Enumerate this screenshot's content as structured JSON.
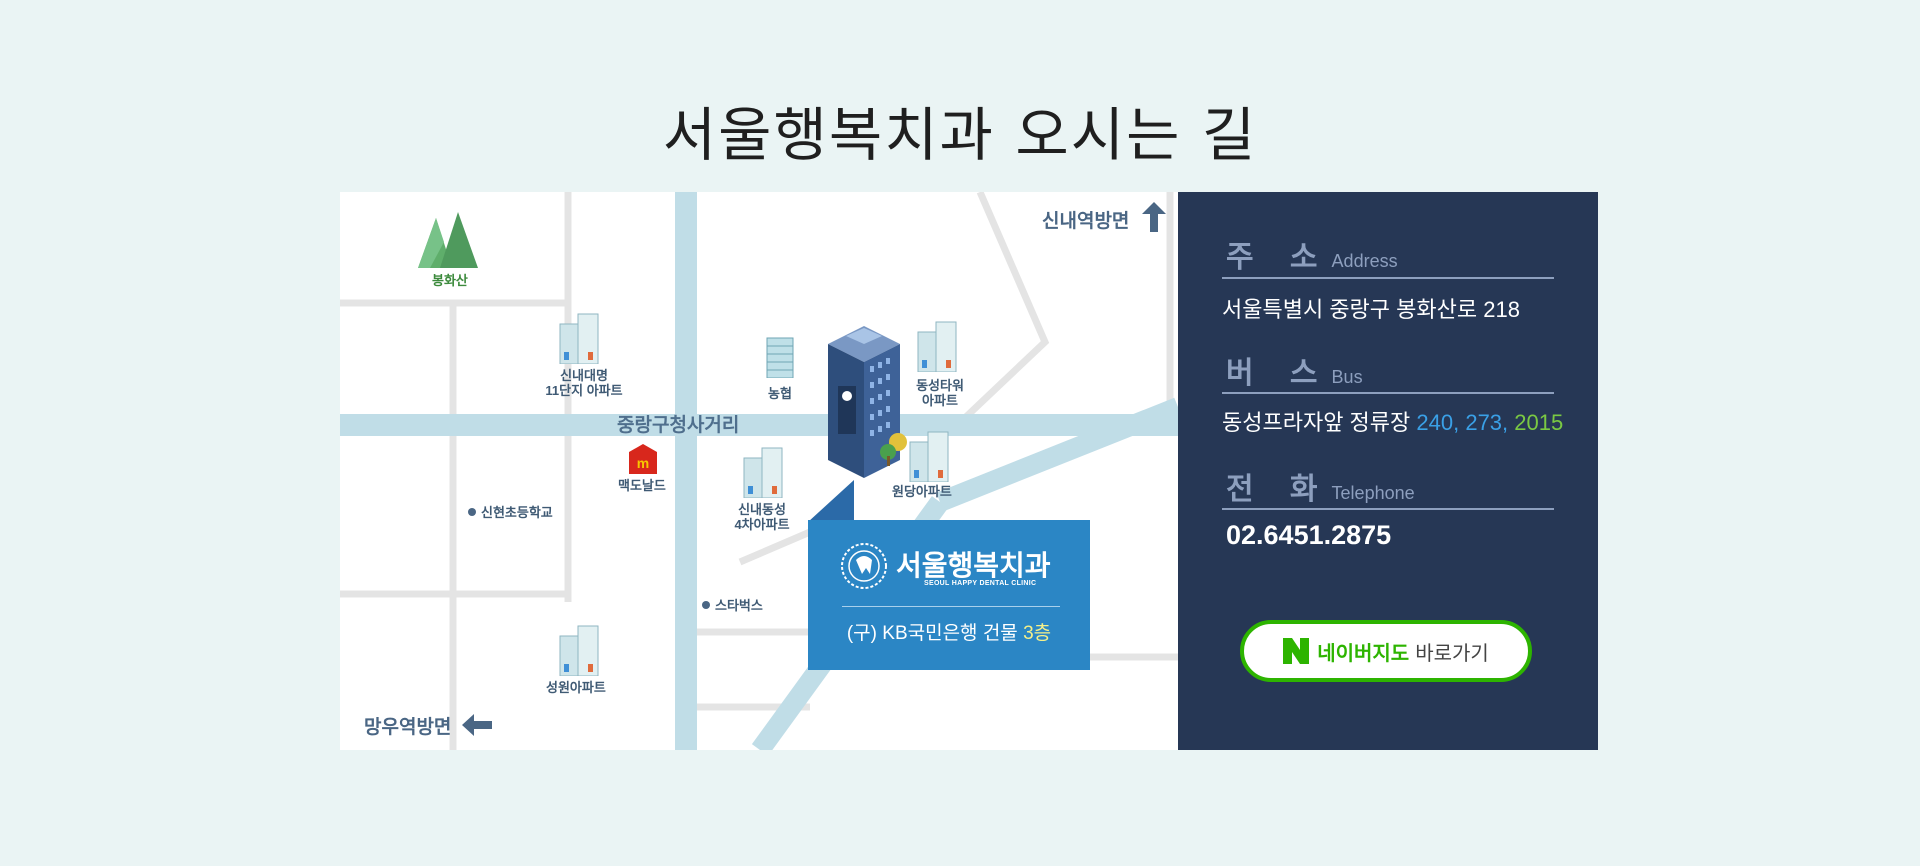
{
  "page": {
    "title": "서울행복치과 오시는 길"
  },
  "map": {
    "labels": {
      "mountain": "봉화산",
      "apt_daemyeong": [
        "신내대명",
        "11단지 아파트"
      ],
      "nonghyup": "농협",
      "dongsung_tower": [
        "동성타워",
        "아파트"
      ],
      "intersection": "중랑구청사거리",
      "mcdonalds": "맥도날드",
      "apt_dongsung4": [
        "신내동성",
        "4차아파트"
      ],
      "wondang_apt": "원당아파트",
      "school": "신현초등학교",
      "starbucks": "스타벅스",
      "seongwon_apt": "성원아파트",
      "to_sinnae": "신내역방면",
      "to_mangwoo": "망우역방면"
    },
    "clinic": {
      "name": "서울행복치과",
      "name_en": "SEOUL HAPPY DENTAL CLINIC",
      "building_prefix": "(구) KB국민은행 건물",
      "floor": "3층"
    }
  },
  "info": {
    "address": {
      "label_kr": "주 소",
      "label_en": "Address",
      "value": "서울특별시 중랑구 봉화산로 218"
    },
    "bus": {
      "label_kr": "버 스",
      "label_en": "Bus",
      "stop": "동성프라자앞 정류장",
      "routes_blue": "240, 273,",
      "routes_green": "2015"
    },
    "phone": {
      "label_kr": "전 화",
      "label_en": "Telephone",
      "value": "02.6451.2875"
    },
    "naver_button": {
      "brand": "네이버지도",
      "action": "바로가기"
    }
  },
  "colors": {
    "panel": "#263755",
    "accent": "#2b86c5",
    "naver": "#2db400"
  }
}
